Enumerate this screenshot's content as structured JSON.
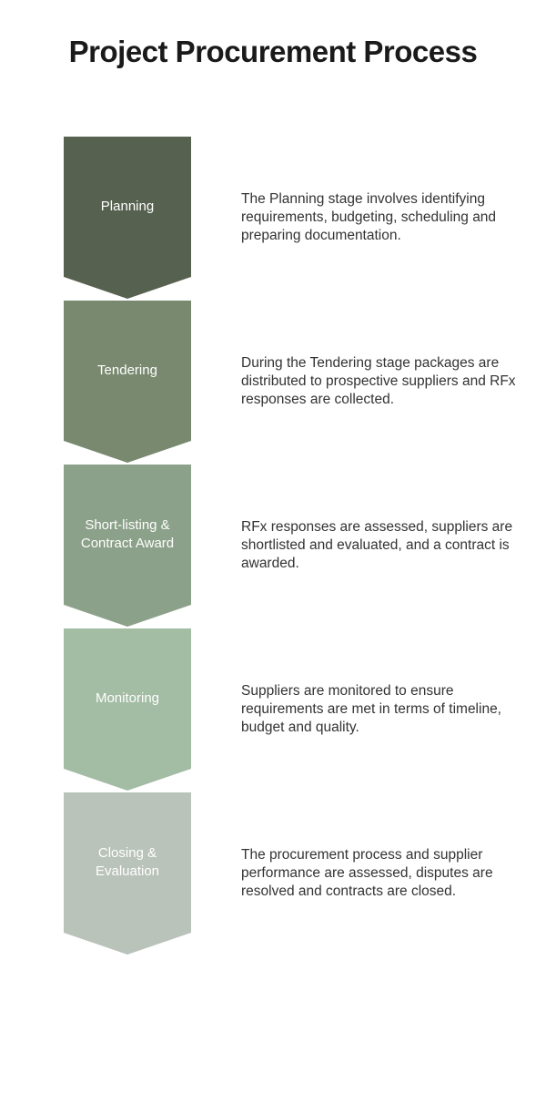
{
  "title": "Project Procurement Process",
  "colors": {
    "background": "#ffffff",
    "title_text": "#1a1a1a",
    "body_text": "#333333",
    "label_text": "#ffffff"
  },
  "stages": [
    {
      "label": "Planning",
      "description": "The Planning stage involves identifying requirements, budgeting, scheduling and preparing documentation.",
      "color": "#56614f"
    },
    {
      "label": "Tendering",
      "description": "During the Tendering stage packages are distributed to prospective suppliers and RFx responses are collected.",
      "color": "#78896f"
    },
    {
      "label": "Short-listing & Contract Award",
      "description": "RFx responses are assessed, suppliers are shortlisted and evaluated, and a contract is awarded.",
      "color": "#8ca189"
    },
    {
      "label": "Monitoring",
      "description": "Suppliers are monitored to ensure requirements are met in terms of timeline, budget and quality.",
      "color": "#a3bca4"
    },
    {
      "label": "Closing & Evaluation",
      "description": "The procurement process and supplier performance are assessed, disputes are resolved and contracts are closed.",
      "color": "#b9c3b9"
    }
  ]
}
